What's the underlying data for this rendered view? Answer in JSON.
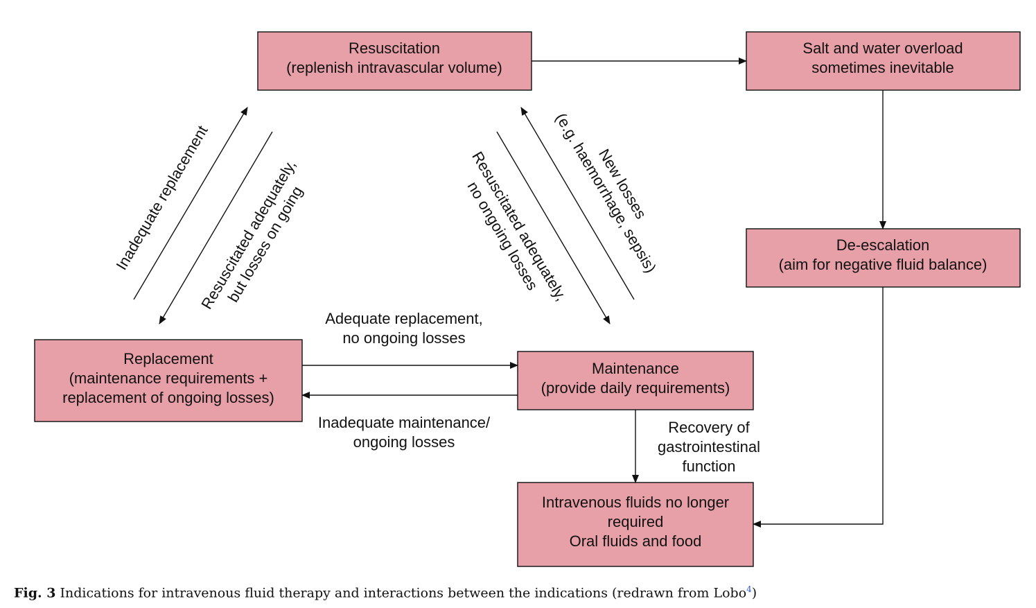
{
  "boxes": {
    "resuscitation": {
      "line1": "Resuscitation",
      "line2": "(replenish intravascular volume)"
    },
    "overload": {
      "line1": "Salt and water overload",
      "line2": "sometimes inevitable"
    },
    "deescalation": {
      "line1": "De-escalation",
      "line2": "(aim for negative fluid balance)"
    },
    "replacement": {
      "line1": "Replacement",
      "line2": "(maintenance requirements +",
      "line3": "replacement of ongoing losses)"
    },
    "maintenance": {
      "line1": "Maintenance",
      "line2": "(provide daily requirements)"
    },
    "no_iv": {
      "line1": "Intravenous fluids no longer",
      "line2": "required",
      "line3": "Oral fluids and food"
    }
  },
  "labels": {
    "inadequate_replacement": "Inadequate replacement",
    "resus_losses_ongoing_1": "Resuscitated adequately,",
    "resus_losses_ongoing_2": "but losses on going",
    "resus_no_losses_1": "Resuscitated adequately,",
    "resus_no_losses_2": "no ongoing losses",
    "new_losses_1": "New losses",
    "new_losses_2": "(e.g. haemorrhage, sepsis)",
    "adequate_replacement_1": "Adequate replacement,",
    "adequate_replacement_2": "no ongoing losses",
    "inadequate_maintenance_1": "Inadequate maintenance/",
    "inadequate_maintenance_2": "ongoing losses",
    "recovery_1": "Recovery of",
    "recovery_2": "gastrointestinal",
    "recovery_3": "function"
  },
  "caption": {
    "fig": "Fig. 3",
    "text": " Indications for intravenous fluid therapy and interactions between the indications (redrawn from Lobo",
    "ref": "4",
    "close": ")"
  },
  "colors": {
    "box_fill": "#e8a0a8",
    "ref_link": "#2a55cc"
  }
}
